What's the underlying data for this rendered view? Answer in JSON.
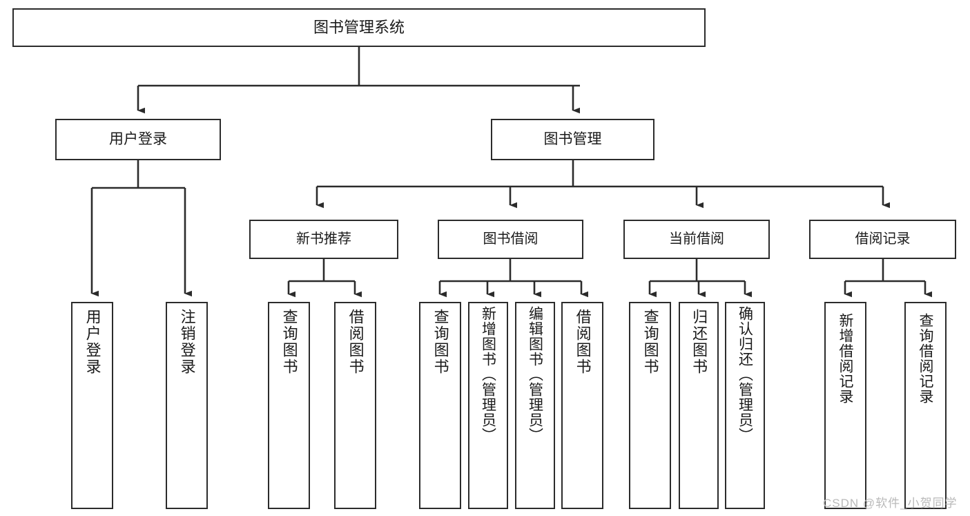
{
  "diagram": {
    "type": "tree",
    "title": "图书管理系统",
    "orientation": "top-down",
    "colors": {
      "line": "#2b2b2b",
      "box_border": "#2b2b2b",
      "box_fill": "#ffffff",
      "text": "#1a1a1a",
      "watermark": "#b9b9b9"
    },
    "nodes": {
      "root": {
        "label": "图书管理系统"
      },
      "level2": [
        {
          "id": "user-login",
          "label": "用户登录"
        },
        {
          "id": "book-manage",
          "label": "图书管理"
        }
      ],
      "level3": [
        {
          "id": "new-book-recommend",
          "label": "新书推荐"
        },
        {
          "id": "book-borrow",
          "label": "图书借阅"
        },
        {
          "id": "current-borrow",
          "label": "当前借阅"
        },
        {
          "id": "borrow-record",
          "label": "借阅记录"
        }
      ],
      "leaves": {
        "user-login": [
          {
            "id": "leaf-user-login",
            "label": "用户登录"
          },
          {
            "id": "leaf-logout-login",
            "label": "注销登录"
          }
        ],
        "new-book-recommend": [
          {
            "id": "leaf-query-book-1",
            "label": "查询图书"
          },
          {
            "id": "leaf-borrow-book-1",
            "label": "借阅图书"
          }
        ],
        "book-borrow": [
          {
            "id": "leaf-query-book-2",
            "label": "查询图书"
          },
          {
            "id": "leaf-add-book-admin",
            "label": "新增图书（管理员）"
          },
          {
            "id": "leaf-edit-book-admin",
            "label": "编辑图书（管理员）"
          },
          {
            "id": "leaf-borrow-book-2",
            "label": "借阅图书"
          }
        ],
        "current-borrow": [
          {
            "id": "leaf-query-book-3",
            "label": "查询图书"
          },
          {
            "id": "leaf-return-book",
            "label": "归还图书"
          },
          {
            "id": "leaf-confirm-return-admin",
            "label": "确认归还（管理员）"
          }
        ],
        "borrow-record": [
          {
            "id": "leaf-add-borrow-record",
            "label": "新增借阅记录"
          },
          {
            "id": "leaf-query-borrow-record",
            "label": "查询借阅记录"
          }
        ]
      }
    },
    "watermark": "CSDN @软件_小贺同学"
  }
}
